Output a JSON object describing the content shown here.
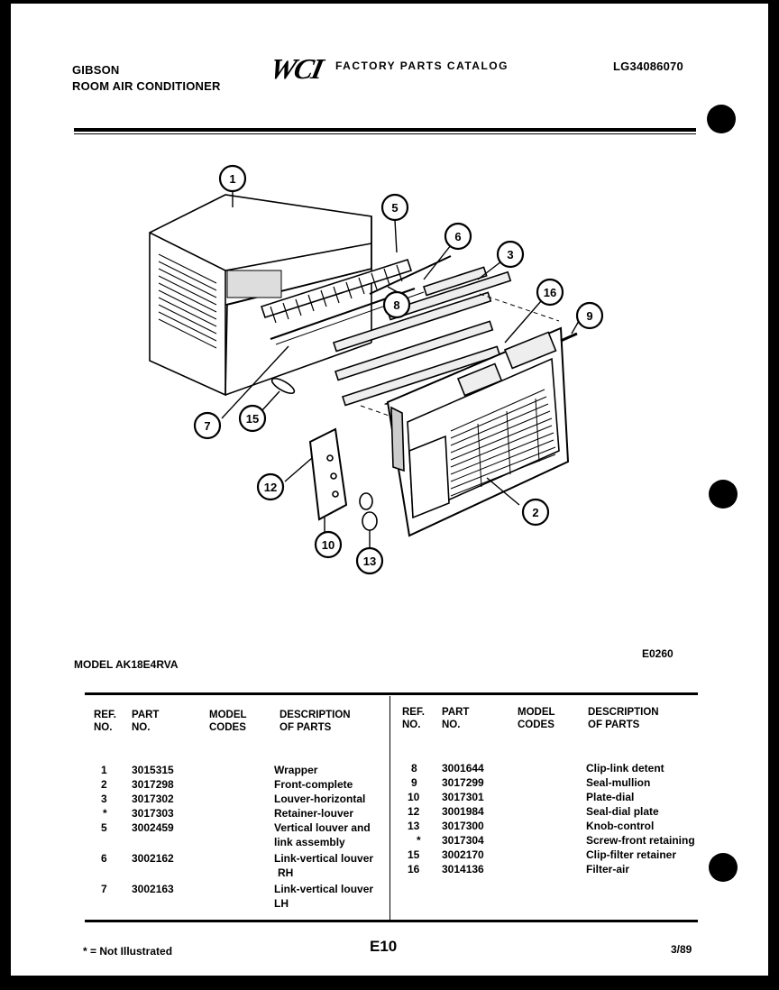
{
  "header": {
    "brand": "GIBSON",
    "product": "ROOM AIR CONDITIONER",
    "logo": "WCI",
    "catalog_title": "FACTORY PARTS CATALOG",
    "catalog_number": "LG34086070"
  },
  "diagram": {
    "callouts": [
      "1",
      "5",
      "6",
      "3",
      "16",
      "9",
      "8",
      "7",
      "15",
      "12",
      "10",
      "13",
      "2"
    ]
  },
  "model_line": "MODEL AK18E4RVA",
  "diagram_code": "E0260",
  "table": {
    "headers": {
      "ref": [
        "REF.",
        "NO."
      ],
      "part": [
        "PART",
        "NO."
      ],
      "model": [
        "MODEL",
        "CODES"
      ],
      "desc": [
        "DESCRIPTION",
        "OF PARTS"
      ]
    },
    "left_rows": [
      {
        "ref": "1",
        "part": "3015315",
        "desc": "Wrapper"
      },
      {
        "ref": "2",
        "part": "3017298",
        "desc": "Front-complete"
      },
      {
        "ref": "3",
        "part": "3017302",
        "desc": "Louver-horizontal"
      },
      {
        "ref": "*",
        "part": "3017303",
        "desc": "Retainer-louver"
      },
      {
        "ref": "5",
        "part": "3002459",
        "desc": "Vertical louver and"
      },
      {
        "ref": "",
        "part": "",
        "desc": "link assembly"
      },
      {
        "ref": "6",
        "part": "3002162",
        "desc": "Link-vertical louver"
      },
      {
        "ref": "",
        "part": "",
        "desc": "RH"
      },
      {
        "ref": "7",
        "part": "3002163",
        "desc": "Link-vertical louver"
      },
      {
        "ref": "",
        "part": "",
        "desc": "LH"
      }
    ],
    "right_rows": [
      {
        "ref": "8",
        "part": "3001644",
        "desc": "Clip-link detent"
      },
      {
        "ref": "9",
        "part": "3017299",
        "desc": "Seal-mullion"
      },
      {
        "ref": "10",
        "part": "3017301",
        "desc": "Plate-dial"
      },
      {
        "ref": "12",
        "part": "3001984",
        "desc": "Seal-dial plate"
      },
      {
        "ref": "13",
        "part": "3017300",
        "desc": "Knob-control"
      },
      {
        "ref": "*",
        "part": "3017304",
        "desc": "Screw-front retaining"
      },
      {
        "ref": "15",
        "part": "3002170",
        "desc": "Clip-filter retainer"
      },
      {
        "ref": "16",
        "part": "3014136",
        "desc": "Filter-air"
      }
    ]
  },
  "footer": {
    "note": "* = Not Illustrated",
    "page": "E10",
    "date": "3/89"
  }
}
